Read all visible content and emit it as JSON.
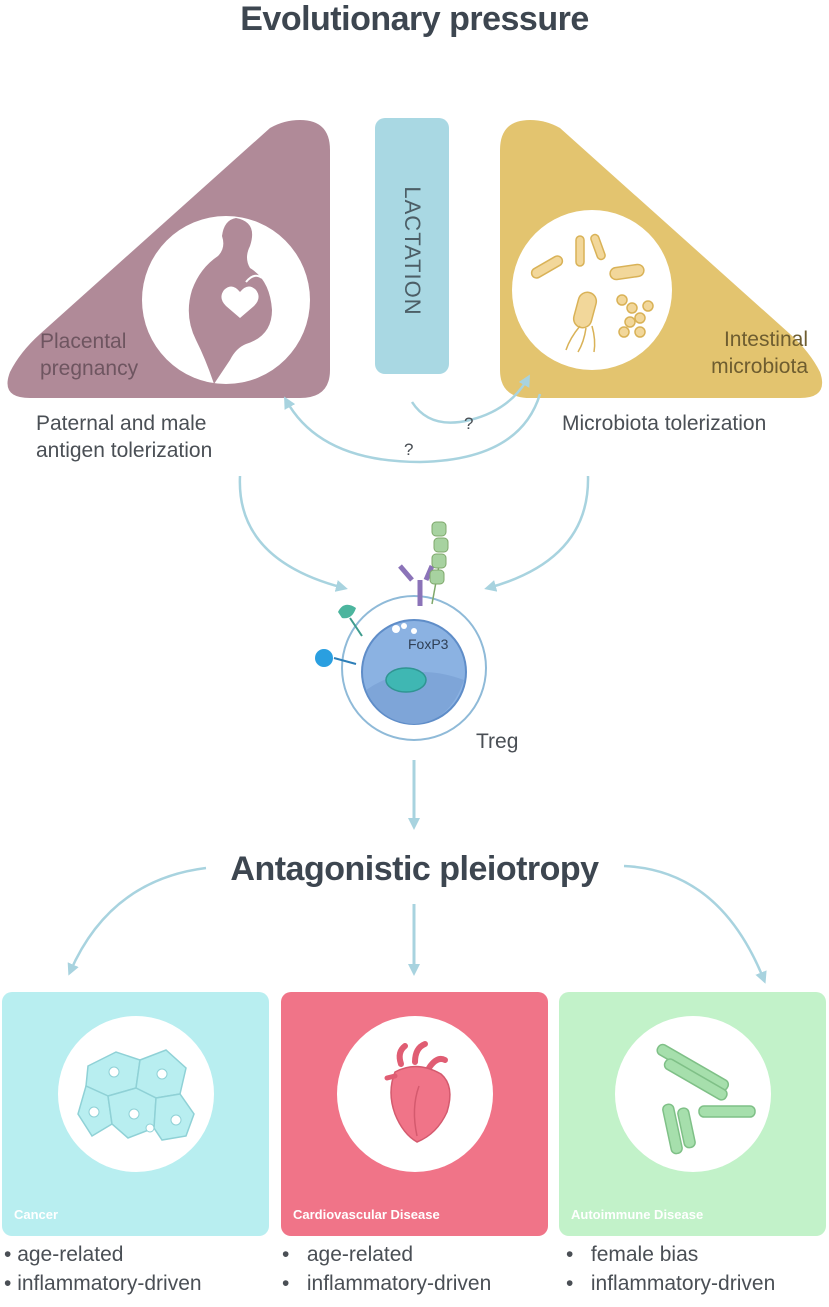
{
  "top_title": "Evolutionary pressure",
  "lactation": "LACTATION",
  "left_triangle": {
    "label_line1": "Placental",
    "label_line2": "pregnancy",
    "caption_line1": "Paternal and male",
    "caption_line2": "antigen tolerization"
  },
  "right_triangle": {
    "label_line1": "Intestinal",
    "label_line2": "microbiota",
    "caption": "Microbiota tolerization"
  },
  "question_marks": [
    "?",
    "?"
  ],
  "cell": {
    "marker": "FoxP3",
    "name": "Treg"
  },
  "middle_title": "Antagonistic pleiotropy",
  "panels": [
    {
      "title": "Cancer",
      "color": "#b8eef0",
      "bullets": [
        "age-related",
        "inflammatory-driven"
      ]
    },
    {
      "title": "Cardiovascular Disease",
      "color": "#f07488",
      "bullets": [
        "age-related",
        "inflammatory-driven"
      ]
    },
    {
      "title": "Autoimmune Disease",
      "color": "#c2f2c9",
      "bullets": [
        "female bias",
        "inflammatory-driven"
      ]
    }
  ],
  "colors": {
    "pregnancy": "#b08a98",
    "lactation": "#a9d8e3",
    "microbiota": "#e3c46f",
    "arrow": "#a8d3df",
    "title": "#3d4650"
  },
  "icons": [
    "pregnant-woman-icon",
    "bacteria-icon",
    "treg-cell-icon",
    "tumor-cells-icon",
    "heart-icon",
    "antibody-icon"
  ]
}
